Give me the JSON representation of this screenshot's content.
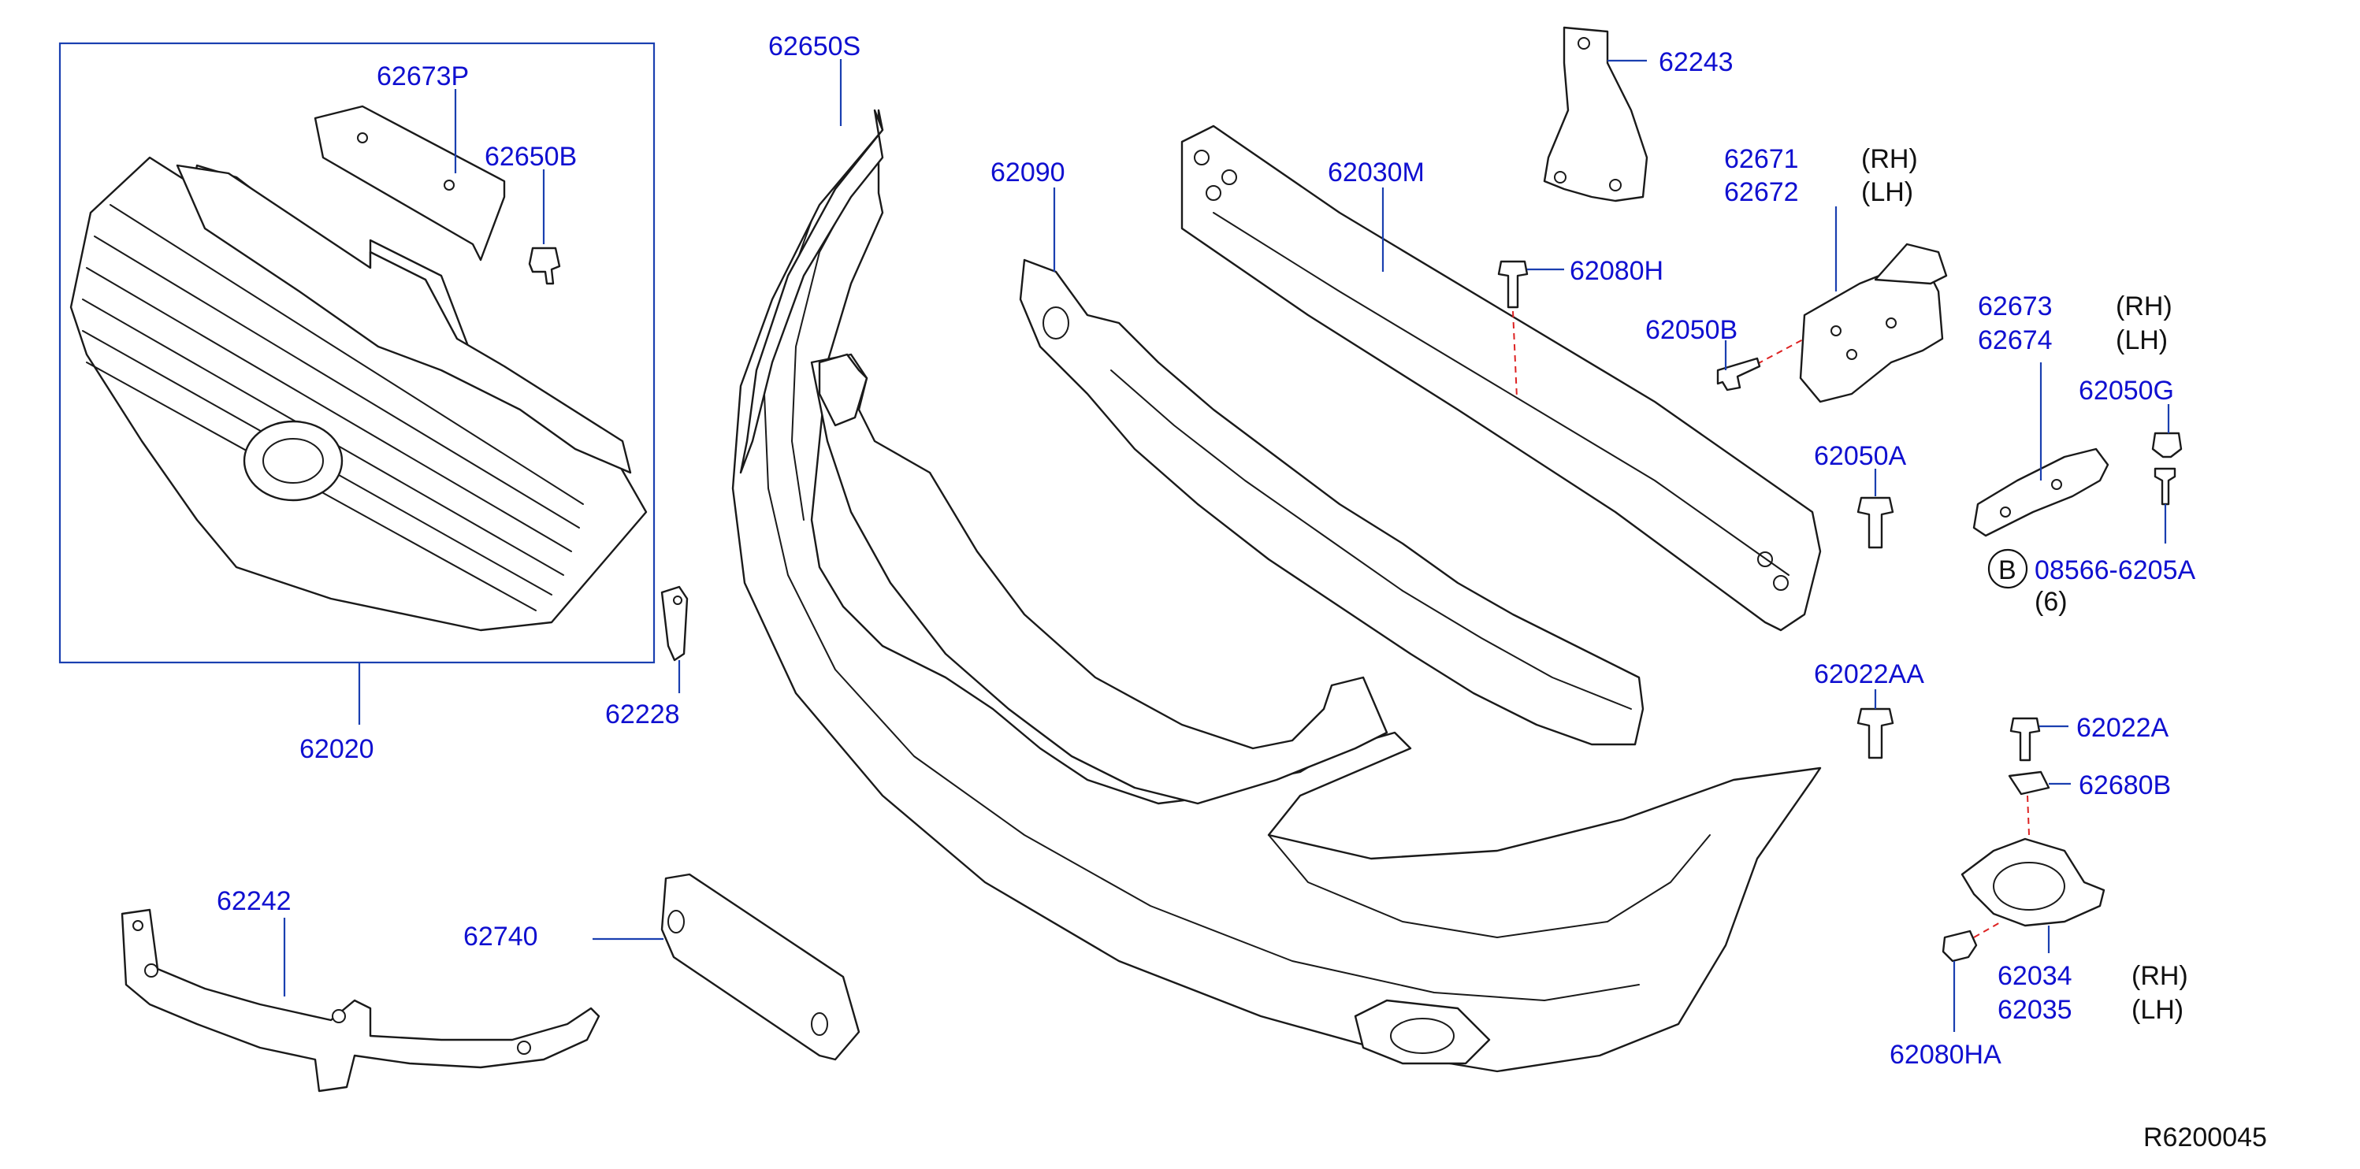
{
  "labels": {
    "p62673P": "62673P",
    "p62650B": "62650B",
    "p62020": "62020",
    "p62228": "62228",
    "p62650S": "62650S",
    "p62090": "62090",
    "p62030M": "62030M",
    "p62243": "62243",
    "p62080H": "62080H",
    "p62671": "62671",
    "p62672": "62672",
    "p62050B": "62050B",
    "p62673": "62673",
    "p62674": "62674",
    "p62050G": "62050G",
    "p62050A": "62050A",
    "p08566": "08566-6205A",
    "p62022AA": "62022AA",
    "p62022A": "62022A",
    "p62680B": "62680B",
    "p62034": "62034",
    "p62035": "62035",
    "p62080HA": "62080HA",
    "p62242": "62242",
    "p62740": "62740"
  },
  "side_labels": {
    "rh": "(RH)",
    "lh": "(LH)"
  },
  "callout": {
    "letter": "B",
    "qty": "(6)"
  },
  "reference": "R6200045",
  "colors": {
    "part_number": "#1010d0",
    "leader": "#1a3fb0",
    "outline": "#1a1a1a",
    "dashed_axis": "#dd2222"
  }
}
